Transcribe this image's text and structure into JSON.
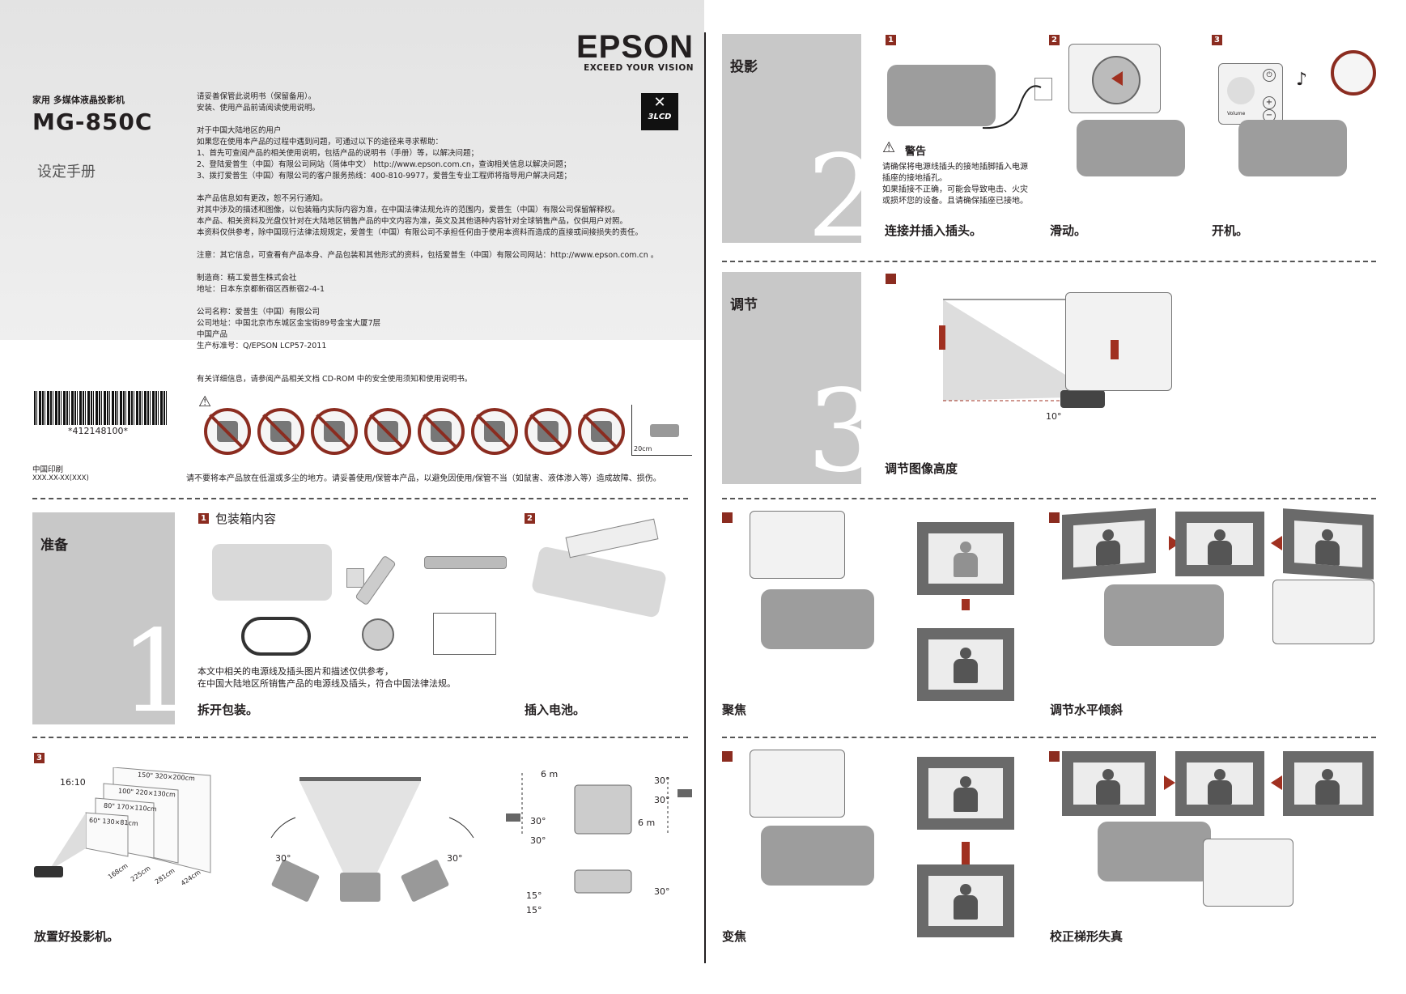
{
  "brand": {
    "logo": "EPSON",
    "tagline": "EXCEED YOUR VISION",
    "badge": "3LCD"
  },
  "cover": {
    "product_type": "家用 多媒体液晶投影机",
    "model": "MG-850C",
    "manual_title": "设定手册",
    "intro_lines": [
      "请妥善保管此说明书（保留备用）。",
      "安装、使用产品前请阅读使用说明。",
      "",
      "对于中国大陆地区的用户",
      "如果您在使用本产品的过程中遇到问题，可通过以下的途径来寻求帮助：",
      "1、首先可查阅产品的相关使用说明，包括产品的说明书（手册）等，以解决问题；",
      "2、登陆爱普生（中国）有限公司网站（简体中文） http://www.epson.com.cn，查询相关信息以解决问题；",
      "3、拨打爱普生（中国）有限公司的客户服务热线：400-810-9977，爱普生专业工程师将指导用户解决问题；",
      "",
      "本产品信息如有更改，恕不另行通知。",
      "对其中涉及的描述和图像，以包装箱内实际内容为准，在中国法律法规允许的范围内，爱普生（中国）有限公司保留解释权。",
      "本产品、相关资料及光盘仅针对在大陆地区销售产品的中文内容为准，英文及其他语种内容针对全球销售产品，仅供用户对照。",
      "本资料仅供参考，除中国现行法律法规规定，爱普生（中国）有限公司不承担任何由于使用本资料而造成的直接或间接损失的责任。",
      "",
      "注意：其它信息，可查看有产品本身、产品包装和其他形式的资料，包括爱普生（中国）有限公司网站：http://www.epson.com.cn 。",
      "",
      "制造商：精工爱普生株式会社",
      "地址：日本东京都新宿区西新宿2-4-1",
      "",
      "公司名称：爱普生（中国）有限公司",
      "公司地址：中国北京市东城区金宝街89号金宝大厦7层",
      "中国产品",
      "生产标准号：Q/EPSON LCP57-2011"
    ],
    "safety_ref": "有关详细信息，请参阅产品相关文档 CD-ROM 中的安全使用须知和使用说明书。",
    "barcode_number": "*412148100*",
    "print_note": "中国印刷",
    "print_code": "XXX.XX-XX(XXX)",
    "storage_warning": "请不要将本产品放在低温或多尘的地方。请妥善使用/保管本产品，以避免因使用/保管不当（如鼠害、液体渗入等）造成故障、损伤。",
    "distance_label": "20cm"
  },
  "step1": {
    "title": "准备",
    "number": "1",
    "sub1_num": "1",
    "sub1_title": "包装箱内容",
    "note_lines": [
      "本文中相关的电源线及插头图片和描述仅供参考，",
      "在中国大陆地区所销售产品的电源线及插头，符合中国法律法规。"
    ],
    "cap_unpack": "拆开包装。",
    "sub2_num": "2",
    "cap_battery": "插入电池。",
    "sub3_num": "3",
    "cap_place": "放置好投影机。",
    "aspect": "16:10",
    "sizes": [
      {
        "inch": "150\"",
        "size": "320×200cm",
        "dist": "424cm"
      },
      {
        "inch": "100\"",
        "size": "220×130cm",
        "dist": "281cm"
      },
      {
        "inch": "80\"",
        "size": "170×110cm",
        "dist": "225cm"
      },
      {
        "inch": "60\"",
        "size": "130×81cm",
        "dist": "168cm"
      }
    ],
    "angle_30": "30°",
    "angle_15": "15°",
    "dist_6m": "6 m"
  },
  "step2": {
    "title": "投影",
    "number": "2",
    "sub": [
      "1",
      "2",
      "3"
    ],
    "warning_title": "警告",
    "warning_lines": [
      "请确保将电源线插头的接地插脚插入电源",
      "插座的接地插孔。",
      "如果插接不正确，可能会导致电击、火灾",
      "或损坏您的设备。且请确保插座已接地。"
    ],
    "cap_plug": "连接并插入插头。",
    "cap_slide": "滑动。",
    "cap_power": "开机。",
    "volume_label": "Volume"
  },
  "step3": {
    "title": "调节",
    "number": "3",
    "angle_10": "10°",
    "cap_height": "调节图像高度",
    "cap_focus": "聚焦",
    "cap_tilt": "调节水平倾斜",
    "cap_zoom": "变焦",
    "cap_keystone": "校正梯形失真"
  },
  "colors": {
    "accent": "#8b2c20",
    "panel": "#c8c8c8"
  }
}
